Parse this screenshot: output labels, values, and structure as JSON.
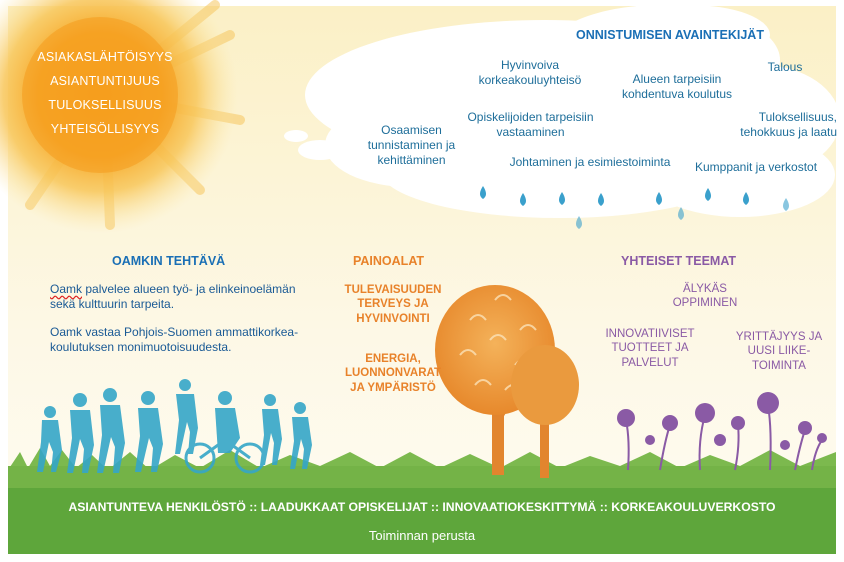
{
  "colors": {
    "sky_top": "#fbf2cc",
    "sun_core": "#f5a623",
    "cloud_title": "#1a6fb5",
    "cloud_text": "#1e6e9a",
    "oamk_heading": "#1a6fb5",
    "oamk_text": "#1a5a95",
    "orange": "#e8822a",
    "purple": "#8a5aa5",
    "grass": "#6fb04a",
    "foundation_band": "#5ea63b",
    "people": "#35a6c8",
    "drops": "#3aa0cc"
  },
  "sun": {
    "values": [
      "ASIAKASLÄHTÖISYYS",
      "ASIANTUNTIJUUS",
      "TULOKSELLISUUS",
      "YHTEISÖLLISYYS"
    ]
  },
  "cloud": {
    "title": "ONNISTUMISEN AVAINTEKIJÄT",
    "items": [
      "Hyvinvoiva korkeakouluyhteisö",
      "Alueen tarpeisiin kohdentuva koulutus",
      "Talous",
      "Osaamisen tunnistaminen ja kehittäminen",
      "Opiskelijoiden tarpeisiin vastaaminen",
      "Tuloksellisuus, tehokkuus ja laatu",
      "Johtaminen ja esimiestoiminta",
      "Kumppanit ja verkostot"
    ]
  },
  "mission": {
    "title": "OAMKIN TEHTÄVÄ",
    "line1_word": "Oamk",
    "line1_rest": " palvelee alueen työ-  ja elinkeinoelämän sekä kulttuurin tarpeita.",
    "line2": "Oamk vastaa Pohjois-Suomen ammattikorkea-koulutuksen monimuotoisuudesta."
  },
  "focus": {
    "title": "PAINOALAT",
    "items": [
      "TULEVAISUUDEN TERVEYS JA HYVINVOINTI",
      "ENERGIA, LUONNONVARAT JA YMPÄRISTÖ"
    ]
  },
  "themes": {
    "title": "YHTEISET TEEMAT",
    "items": [
      "ÄLYKÄS OPPIMINEN",
      "INNOVATIIVISET TUOTTEET JA PALVELUT",
      "YRITTÄJYYS JA UUSI LIIKE-TOIMINTA"
    ]
  },
  "foundation": {
    "pillars": "ASIANTUNTEVA HENKILÖSTÖ :: LAADUKKAAT OPISKELIJAT :: INNOVAATIOKESKITTYMÄ :: KORKEAKOULUVERKOSTO",
    "subtitle": "Toiminnan perusta"
  }
}
